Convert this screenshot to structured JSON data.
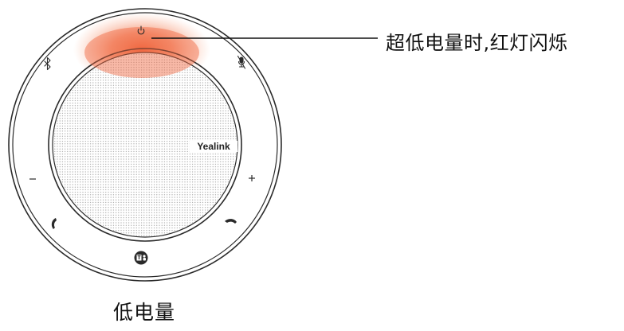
{
  "device": {
    "brand_logo": "Yealink",
    "led_color": "#f0643c",
    "buttons": [
      {
        "name": "power",
        "icon": "power-icon"
      },
      {
        "name": "bluetooth",
        "icon": "bluetooth-icon"
      },
      {
        "name": "mute",
        "icon": "mic-mute-icon"
      },
      {
        "name": "volume-down",
        "icon": "minus-icon"
      },
      {
        "name": "volume-up",
        "icon": "plus-icon"
      },
      {
        "name": "answer",
        "icon": "phone-answer-icon"
      },
      {
        "name": "hang-up",
        "icon": "phone-hangup-icon"
      },
      {
        "name": "teams",
        "icon": "teams-icon"
      }
    ]
  },
  "callout": {
    "text": "超低电量时,红灯闪烁"
  },
  "caption": {
    "text": "低电量"
  }
}
